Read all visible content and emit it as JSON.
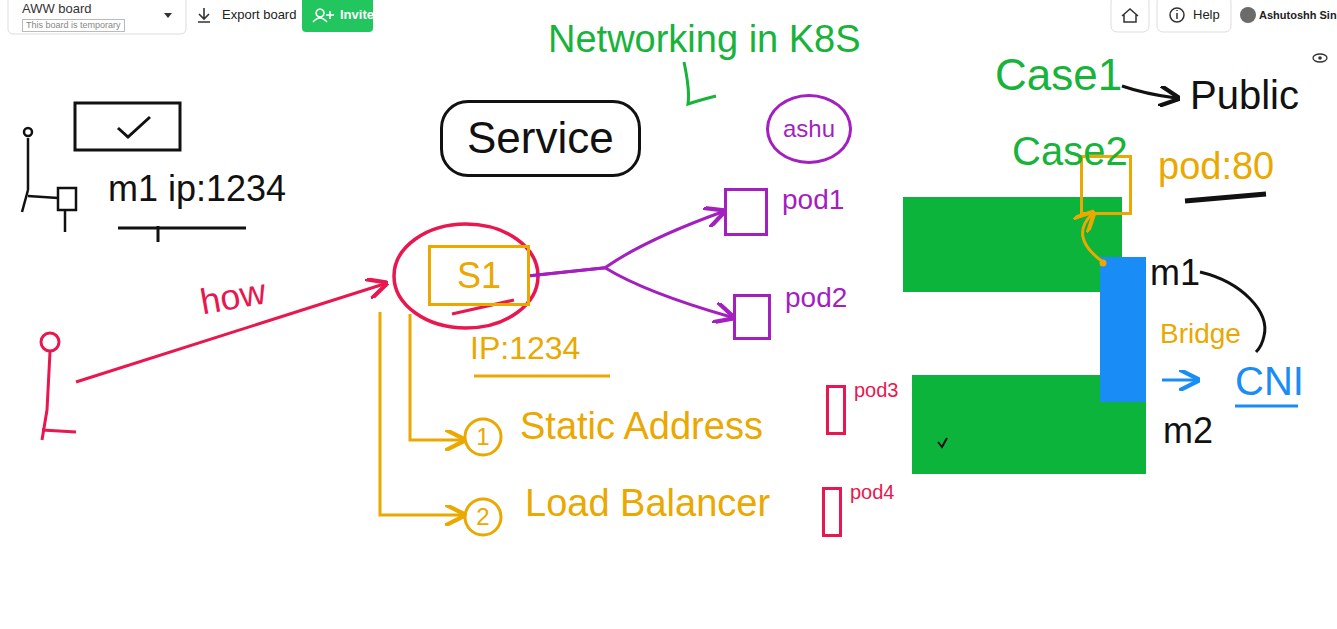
{
  "diagram": {
    "title": "Networking in K8S",
    "nodes": [
      {
        "text": [
          "Service"
        ]
      },
      {
        "text": [
          "ashu"
        ]
      },
      {
        "text": [
          "S1"
        ]
      },
      {
        "text": [
          "pod1"
        ]
      },
      {
        "text": [
          "pod2"
        ]
      },
      {
        "text": [
          "pod3"
        ]
      },
      {
        "text": [
          "pod4"
        ]
      },
      {
        "text": [
          "pod:80"
        ]
      }
    ],
    "edges": [
      {
        "from": 2,
        "to": 3,
        "arrow": "to"
      },
      {
        "from": 2,
        "to": 4,
        "arrow": "to"
      }
    ],
    "labels": [
      "AWW board",
      "This board is temporary",
      "Export board",
      "Invite",
      "Help",
      "Ashutoshh Sin",
      "m1 ip:1234",
      "how",
      "IP:1234",
      "1",
      "Static Address",
      "2",
      "Load Balancer",
      "Case1",
      "Public",
      "Case2",
      "m1",
      "Bridge",
      "CNI",
      "m2"
    ]
  }
}
